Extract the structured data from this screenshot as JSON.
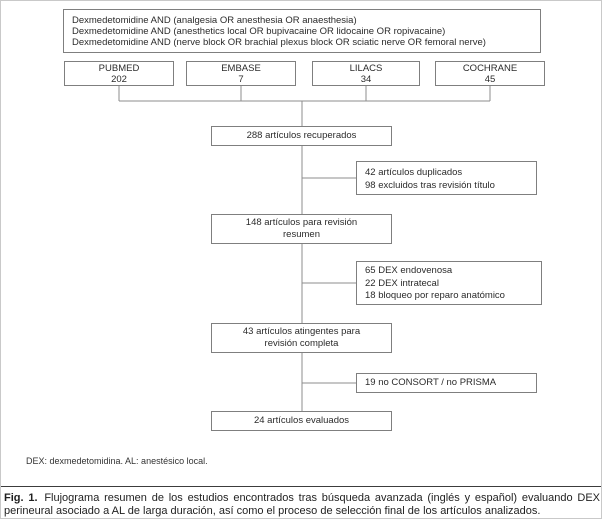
{
  "figure": {
    "search_box": {
      "lines": [
        "Dexmedetomidine AND (analgesia OR anesthesia OR anaesthesia)",
        "Dexmedetomidine AND (anesthetics local OR bupivacaine OR lidocaine OR ropivacaine)",
        "Dexmedetomidine AND (nerve block OR brachial plexus block OR sciatic nerve OR femoral nerve)"
      ]
    },
    "databases": [
      {
        "name": "PUBMED",
        "count": "202"
      },
      {
        "name": "EMBASE",
        "count": "7"
      },
      {
        "name": "LILACS",
        "count": "34"
      },
      {
        "name": "COCHRANE",
        "count": "45"
      }
    ],
    "flow_boxes": [
      {
        "line1": "288 artículos recuperados",
        "line2": ""
      },
      {
        "line1": "148 artículos para revisión",
        "line2": "resumen"
      },
      {
        "line1": "43 artículos atingentes para",
        "line2": "revisión completa"
      },
      {
        "line1": "24 artículos evaluados",
        "line2": ""
      }
    ],
    "exclusion_boxes": [
      {
        "lines": [
          "42 artículos duplicados",
          "98 excluidos tras revisión título"
        ]
      },
      {
        "lines": [
          "65 DEX endovenosa",
          "22 DEX intratecal",
          "18 bloqueo por reparo anatómico"
        ]
      },
      {
        "lines": [
          "19 no CONSORT / no PRISMA"
        ]
      }
    ],
    "footnote": "DEX: dexmedetomidina. AL: anestésico local.",
    "caption": {
      "label": "Fig. 1.",
      "text": "Flujograma resumen de los estudios encontrados tras búsqueda avanzada (inglés y español) evaluando DEX perineural asociado a AL de larga duración, así como el proceso de selección final de los artículos analizados."
    }
  }
}
